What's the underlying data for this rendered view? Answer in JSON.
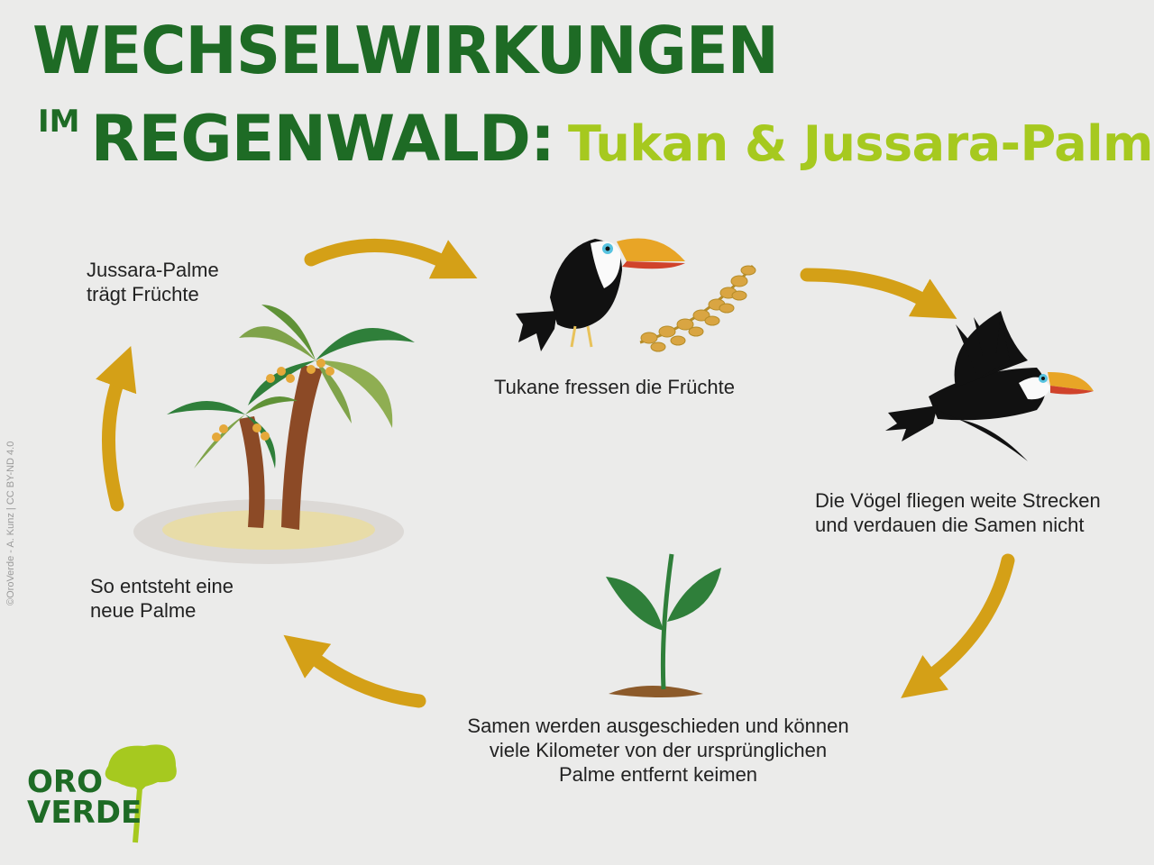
{
  "title": {
    "line1": "WECHSELWIRKUNGEN",
    "prefix": "IM",
    "main": "REGENWALD",
    "colon": ":",
    "subtitle": "Tukan & Jussara-Palme"
  },
  "steps": [
    {
      "lines": [
        "Jussara-Palme",
        "trägt Früchte"
      ]
    },
    {
      "lines": [
        "Tukane fressen die Früchte"
      ]
    },
    {
      "lines": [
        "Die Vögel fliegen weite Strecken",
        "und verdauen die Samen nicht"
      ]
    },
    {
      "lines": [
        "Samen werden ausgeschieden und können",
        "viele Kilometer von der ursprünglichen",
        "Palme entfernt keimen"
      ]
    },
    {
      "lines": [
        "So entsteht eine",
        "neue Palme"
      ]
    }
  ],
  "credit": "©OroVerde - A. Kunz | CC BY-ND 4.0",
  "logo": {
    "line1": "ORO",
    "line2": "VERDE"
  },
  "icons": [
    "palm-tree-icon",
    "toucan-icon",
    "palm-fruit-branch-icon",
    "flying-toucan-icon",
    "seedling-icon",
    "tree-icon"
  ],
  "colors": {
    "dark_green": "#1e6b25",
    "lime_green": "#a6c91f",
    "arrow_gold": "#d4a017",
    "background": "#ebebea"
  }
}
